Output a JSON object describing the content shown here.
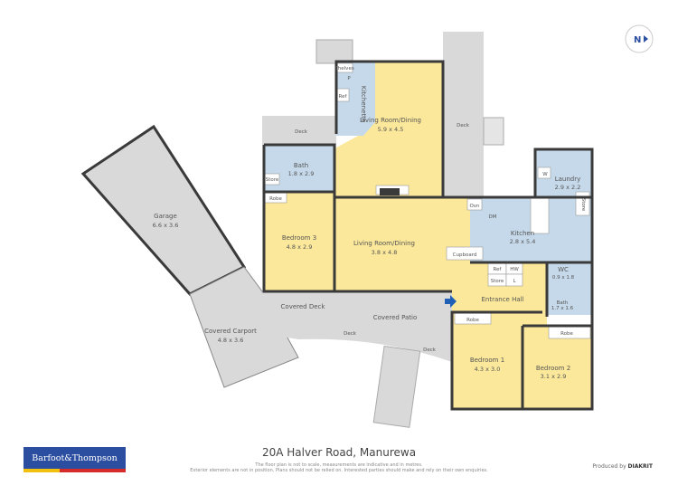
{
  "compass": "N",
  "colors": {
    "living": "#fbe89a",
    "wet": "#c6d9ea",
    "exterior": "#d9d9d9",
    "wall": "#3a3a3a",
    "brand_blue": "#2b4ea0",
    "brand_red": "#d62b2b",
    "brand_yellow": "#f2c10f"
  },
  "rooms": {
    "garage": {
      "name": "Garage",
      "dim": "6.6 x 3.6"
    },
    "carport": {
      "name": "Covered Carport",
      "dim": "4.8 x 3.6"
    },
    "living_upper": {
      "name": "Living Room/Dining",
      "dim": "5.9 x 4.5"
    },
    "living_lower": {
      "name": "Living Room/Dining",
      "dim": "3.8 x 4.8"
    },
    "kitchenette": {
      "name": "Kitchenette"
    },
    "bath": {
      "name": "Bath",
      "dim": "1.8 x 2.9"
    },
    "bedroom3": {
      "name": "Bedroom 3",
      "dim": "4.8 x 2.9"
    },
    "kitchen": {
      "name": "Kitchen",
      "dim": "2.8 x 5.4"
    },
    "laundry": {
      "name": "Laundry",
      "dim": "2.9 x 2.2"
    },
    "wc": {
      "name": "WC",
      "dim": "0.9 x 1.8"
    },
    "bath2": {
      "name": "Bath",
      "dim": "1.7 x 1.6"
    },
    "bedroom1": {
      "name": "Bedroom 1",
      "dim": "4.3 x 3.0"
    },
    "bedroom2": {
      "name": "Bedroom 2",
      "dim": "3.1 x 2.9"
    },
    "entrance": {
      "name": "Entrance Hall"
    }
  },
  "fixtures": {
    "shelves": "Shelves",
    "p": "P",
    "ref": "Ref",
    "store": "Store",
    "robe": "Robe",
    "ovn": "Ovn",
    "dm": "DM",
    "w": "W",
    "cupboard": "Cupboard",
    "hw": "HW",
    "l": "L"
  },
  "exterior": {
    "deck": "Deck",
    "covered_deck": "Covered Deck",
    "covered_patio": "Covered Patio"
  },
  "footer": {
    "logo": "Barfoot&Thompson",
    "title": "20A Halver Road, Manurewa",
    "note1": "The floor plan is not to scale, measurements are indicative and in metres.",
    "note2": "Exterior elements are not in position. Plans should not be relied on. Interested parties should make and rely on their own enquiries.",
    "produced_by": "Produced by",
    "producer": "DIAKRIT"
  }
}
